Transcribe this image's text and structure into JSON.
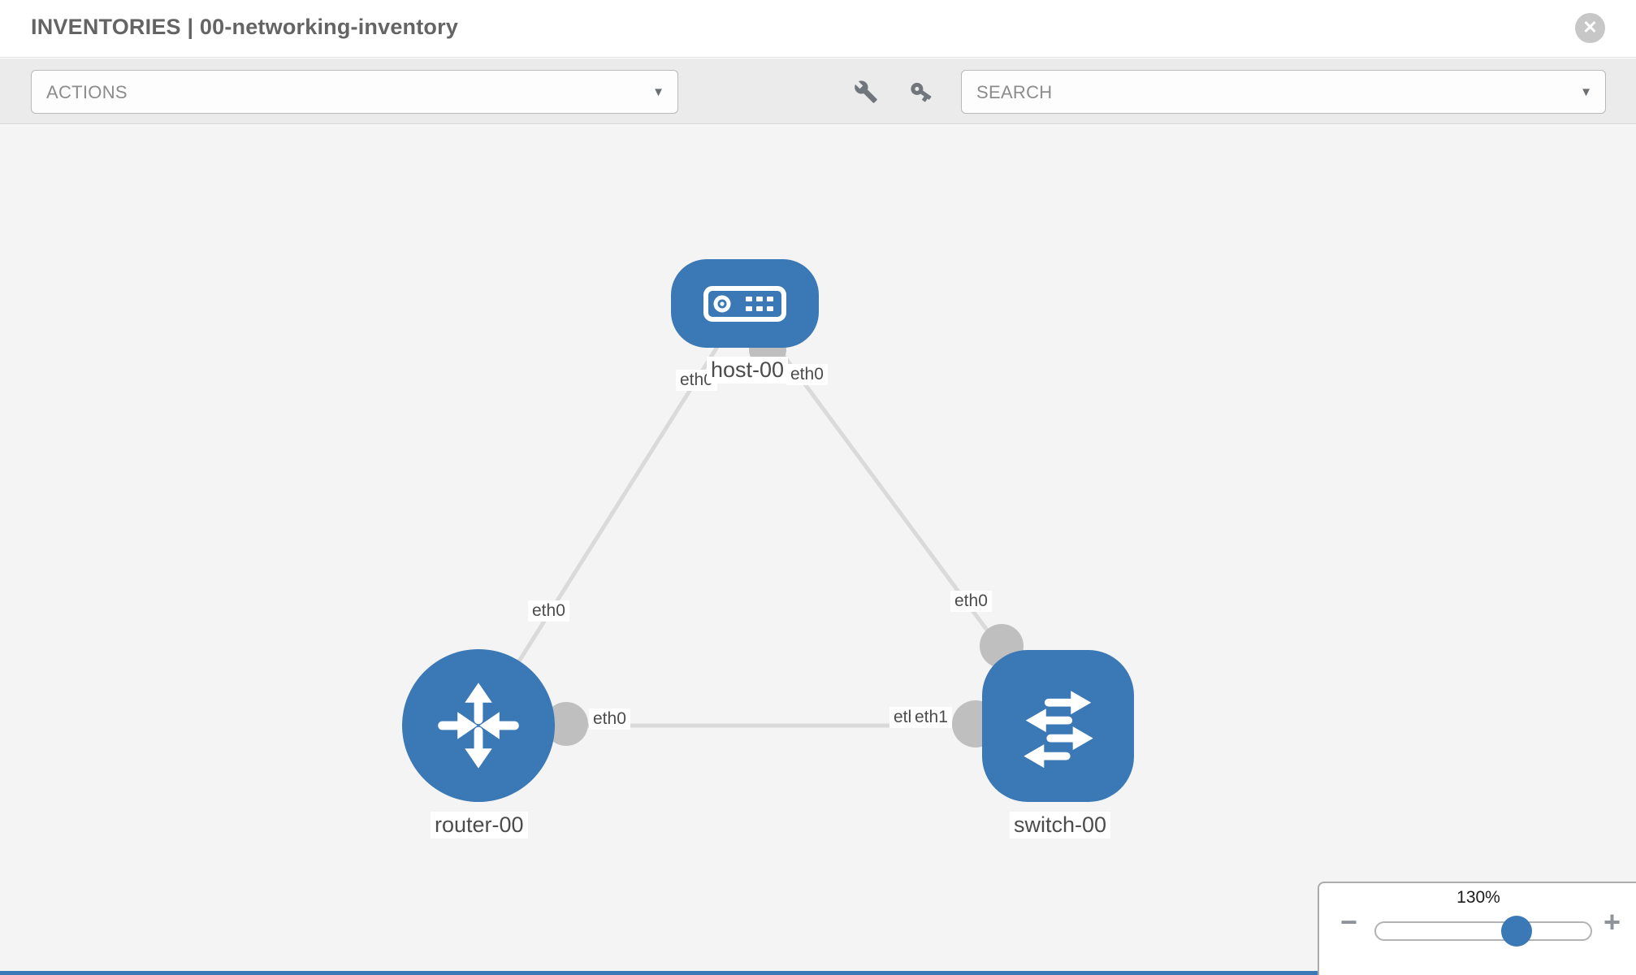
{
  "header": {
    "title": "INVENTORIES | 00-networking-inventory"
  },
  "toolbar": {
    "actions_label": "ACTIONS",
    "search_label": "SEARCH"
  },
  "icons": {
    "close": "✕",
    "caret_down": "▼",
    "zoom_out": "−",
    "zoom_in": "+"
  },
  "colors": {
    "node_blue": "#3a78b6",
    "link_gray": "#dadada",
    "interface_gray": "#bfbfbf",
    "canvas_bg": "#f4f4f4",
    "toolbar_bg": "#ebebeb"
  },
  "topology": {
    "nodes": [
      {
        "label": "host-00",
        "type": "host"
      },
      {
        "label": "router-00",
        "type": "router"
      },
      {
        "label": "switch-00",
        "type": "switch"
      }
    ],
    "links": [
      {
        "from": "host-00",
        "to": "router-00"
      },
      {
        "from": "host-00",
        "to": "switch-00"
      },
      {
        "from": "router-00",
        "to": "switch-00"
      }
    ],
    "interface_labels": {
      "host_left": "eth0",
      "host_right": "eth0",
      "link_host_router_mid": "eth0",
      "link_host_switch_mid": "eth0",
      "router_right": "eth0",
      "switch_eth0": "eth0",
      "switch_eth1": "eth1"
    }
  },
  "zoom_control": {
    "level": "130%"
  }
}
